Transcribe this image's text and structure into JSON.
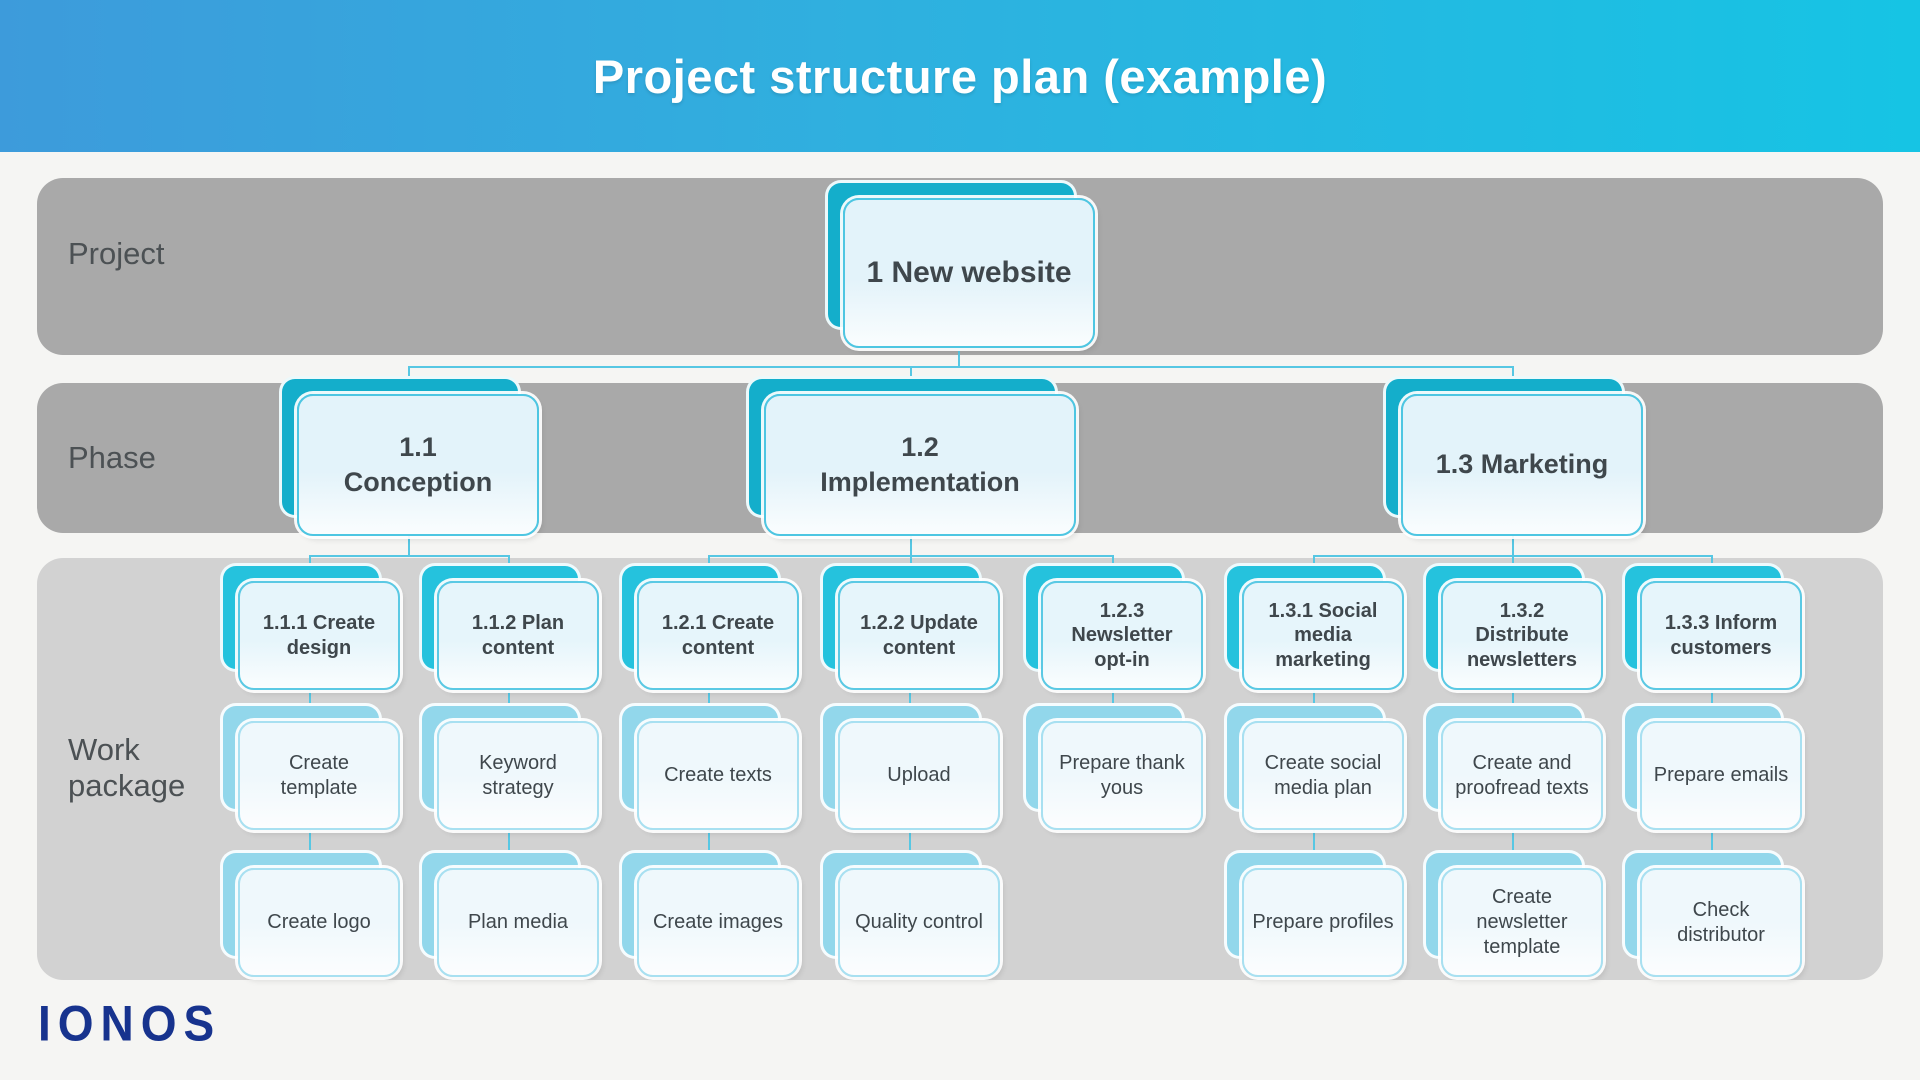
{
  "title": "Project structure plan (example)",
  "logo": {
    "text": "IONOS"
  },
  "colors": {
    "title_gradient_left": "#3D9BDB",
    "title_gradient_right": "#16C4E4",
    "band_dark_gray": "#A9A9A9",
    "band_light_gray": "#D2D2D2",
    "teal_back": "#14AECB",
    "bright_cyan_back": "#25C2DD",
    "sky_back": "#92D7EB",
    "box_front_fill": "#E4F3FA",
    "box_border": "#4EC6E2",
    "connector": "#57C7E3",
    "text_dark": "#3F474C",
    "logo_blue": "#17338E"
  },
  "rows": {
    "project_label": "Project",
    "phase_label": "Phase",
    "work_label": "Work package"
  },
  "project": {
    "label": "1 New website"
  },
  "phases": [
    {
      "line1": "1.1",
      "line2": "Conception"
    },
    {
      "line1": "1.2",
      "line2": "Implementation"
    },
    {
      "line1": "1.3 Marketing",
      "line2": ""
    }
  ],
  "work": {
    "columns": [
      {
        "header": "1.1.1 Create design",
        "tasks": [
          "Create template",
          "Create logo"
        ]
      },
      {
        "header": "1.1.2 Plan content",
        "tasks": [
          "Keyword strategy",
          "Plan media"
        ]
      },
      {
        "header": "1.2.1 Create content",
        "tasks": [
          "Create texts",
          "Create images"
        ]
      },
      {
        "header": "1.2.2 Update content",
        "tasks": [
          "Upload",
          "Quality control"
        ]
      },
      {
        "header": "1.2.3 Newsletter opt-in",
        "tasks": [
          "Prepare thank yous"
        ]
      },
      {
        "header": "1.3.1 Social media marketing",
        "tasks": [
          "Create social media plan",
          "Prepare profiles"
        ]
      },
      {
        "header": "1.3.2 Distribute newsletters",
        "tasks": [
          "Create and proofread texts",
          "Create newsletter template"
        ]
      },
      {
        "header": "1.3.3 Inform customers",
        "tasks": [
          "Prepare emails",
          "Check distributor"
        ]
      }
    ]
  }
}
